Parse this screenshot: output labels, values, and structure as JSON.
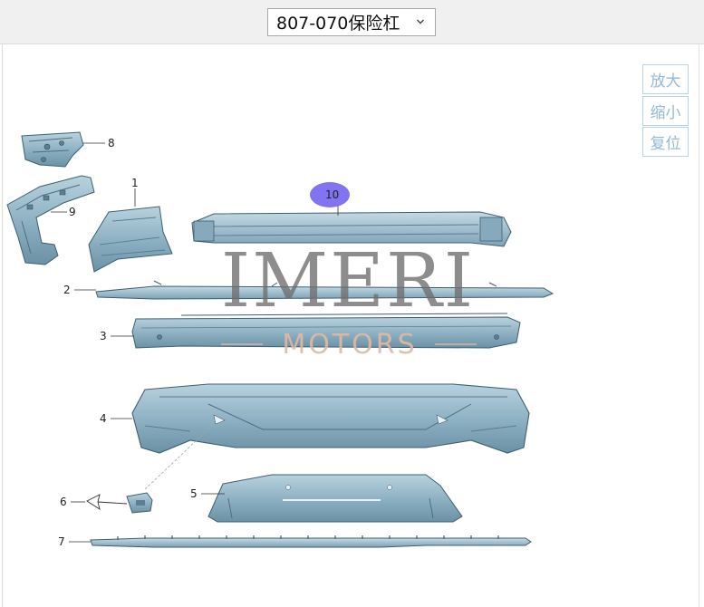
{
  "selector": {
    "value": "807-070保险杠"
  },
  "zoom_controls": {
    "zoom_in": "放大",
    "zoom_out": "缩小",
    "reset": "复位"
  },
  "watermark": {
    "main": "IMERI",
    "sub": "MOTORS"
  },
  "callouts": [
    "1",
    "2",
    "3",
    "4",
    "5",
    "6",
    "7",
    "8",
    "9",
    "10"
  ],
  "highlighted_callout": "10",
  "colors": {
    "part_fill": "#8fb2c4",
    "part_dark": "#55778b",
    "highlight": "#7b6cf0",
    "accent_button": "#93bad6"
  }
}
